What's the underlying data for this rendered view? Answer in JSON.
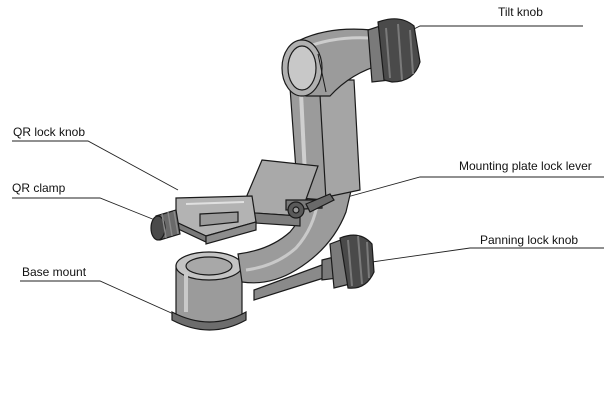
{
  "labels": {
    "tilt_knob": "Tilt knob",
    "qr_lock_knob": "QR lock knob",
    "qr_clamp": "QR clamp",
    "mounting_plate_lock_lever": "Mounting plate lock lever",
    "panning_lock_knob": "Panning lock knob",
    "base_mount": "Base mount"
  },
  "colors": {
    "body": "#9b9b9b",
    "body_light": "#c4c4c4",
    "body_dark": "#6d6d6d",
    "knob": "#4a4a4a",
    "knob_light": "#7a7a7a",
    "outline": "#1a1a1a",
    "leader": "#222222"
  }
}
